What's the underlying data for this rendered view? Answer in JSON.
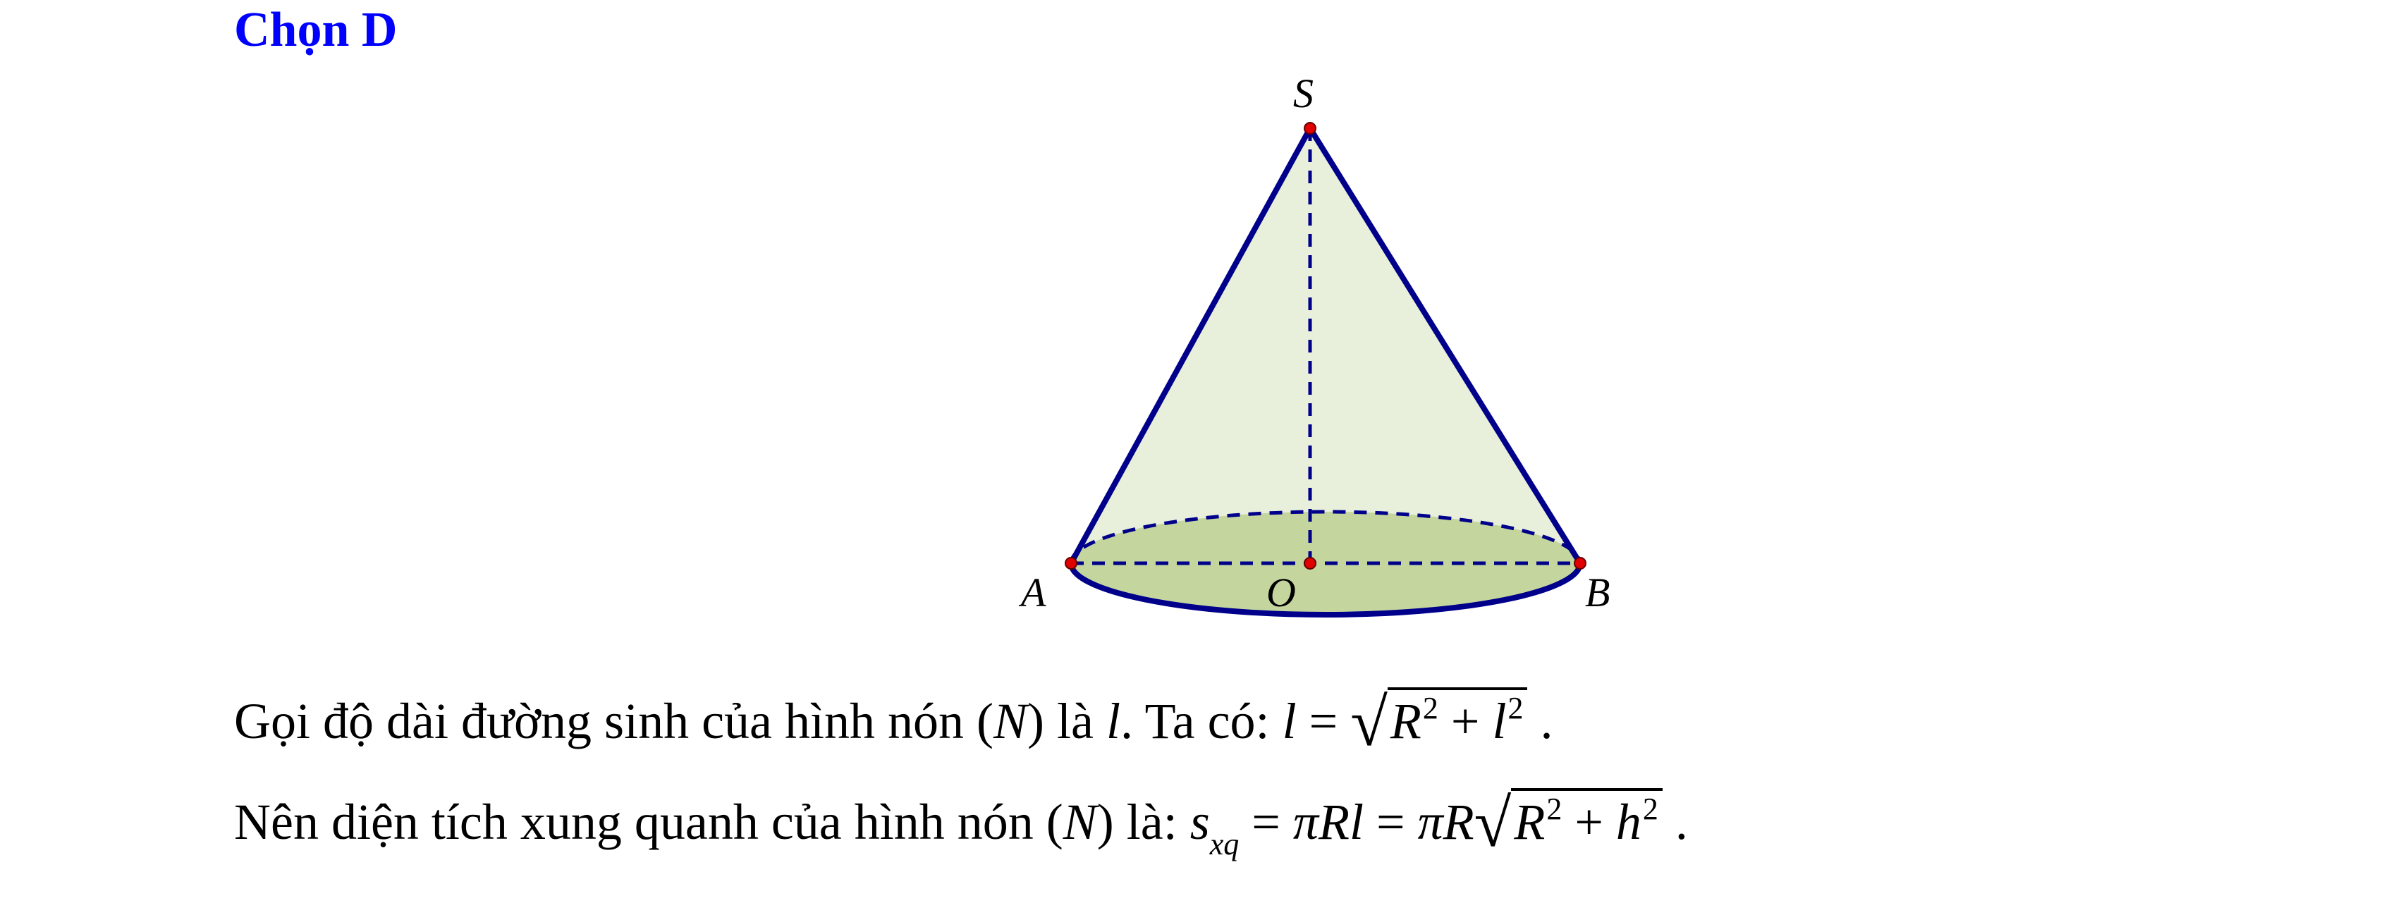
{
  "answer": {
    "label": "Chọn D"
  },
  "figure": {
    "points": {
      "S": "S",
      "A": "A",
      "O": "O",
      "B": "B"
    },
    "colors": {
      "edge": "#00008b",
      "cone_fill": "#e8efda",
      "base_fill": "#c4d69e",
      "point": "#e00000"
    }
  },
  "text": {
    "line1": {
      "p1": "Gọi độ dài đường sinh của hình nón ",
      "paren_open": "(",
      "N": "N",
      "paren_close": ")",
      "p2": " là ",
      "l": "l",
      "p3": ". Ta có: ",
      "lhs": "l",
      "eq": " = ",
      "R": "R",
      "exp1": "2",
      "plus": " + ",
      "l2": "l",
      "exp2": "2",
      "end": " ."
    },
    "line2": {
      "p1": "Nên diện tích xung quanh của hình nón ",
      "paren_open": "(",
      "N": "N",
      "paren_close": ")",
      "p2": " là: ",
      "s": "s",
      "sub": "xq",
      "eq1": " = ",
      "pi1": "π",
      "Rl": "Rl",
      "eq2": " = ",
      "pi2": "π",
      "R": "R",
      "R2": "R",
      "exp1": "2",
      "plus": " + ",
      "h": "h",
      "exp2": "2",
      "end": " ."
    }
  }
}
